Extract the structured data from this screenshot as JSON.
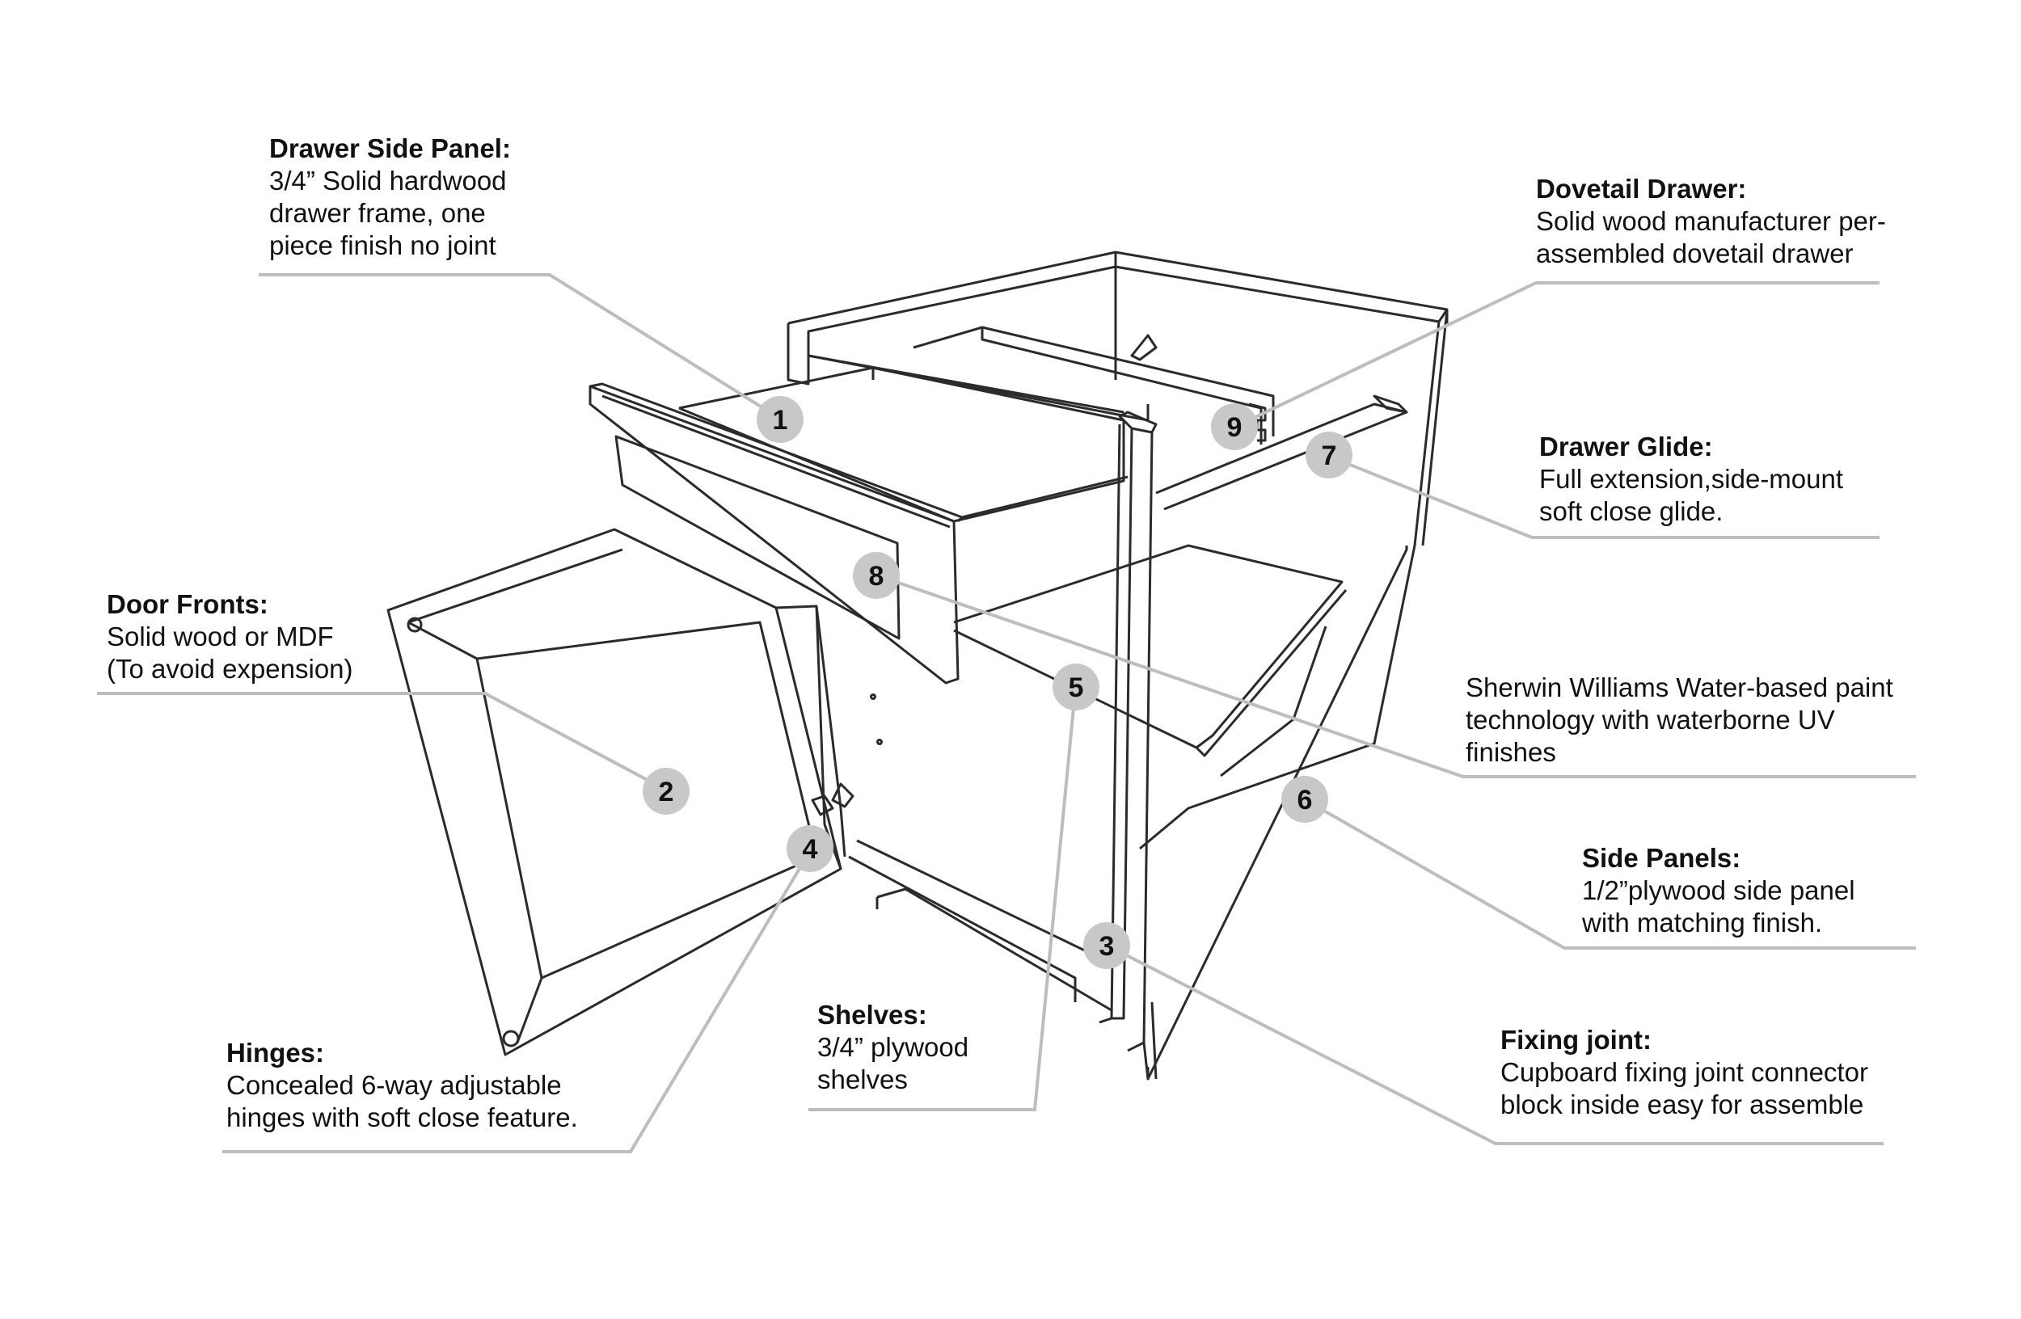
{
  "callouts": [
    {
      "number": "1",
      "title": "Drawer Side Panel:",
      "lines": [
        "3/4” Solid hardwood",
        "drawer frame, one",
        "piece finish no joint"
      ]
    },
    {
      "number": "2",
      "title": "Door Fronts:",
      "lines": [
        "Solid wood or MDF",
        "(To avoid expension)"
      ]
    },
    {
      "number": "3",
      "title": "Fixing joint:",
      "lines": [
        "Cupboard fixing joint connector",
        "block inside easy for assemble"
      ]
    },
    {
      "number": "4",
      "title": "Hinges:",
      "lines": [
        "Concealed 6-way adjustable",
        "hinges with soft close feature."
      ]
    },
    {
      "number": "5",
      "title": "Shelves:",
      "lines": [
        "3/4” plywood",
        "shelves"
      ]
    },
    {
      "number": "6",
      "title": "Side Panels:",
      "lines": [
        "1/2”plywood side panel",
        "with matching finish."
      ]
    },
    {
      "number": "7",
      "title": "Drawer Glide:",
      "lines": [
        "Full extension,side-mount",
        "soft close glide."
      ]
    },
    {
      "number": "8",
      "title": "",
      "lines": [
        "Sherwin Williams Water-based paint",
        "technology with waterborne UV",
        "finishes"
      ]
    },
    {
      "number": "9",
      "title": "Dovetail Drawer:",
      "lines": [
        "Solid wood manufacturer per-",
        "assembled dovetail drawer"
      ]
    }
  ],
  "colors": {
    "line": "#2b2b2b",
    "leader": "#bdbdbd",
    "badge": "#c8c8c8",
    "text": "#111111"
  }
}
